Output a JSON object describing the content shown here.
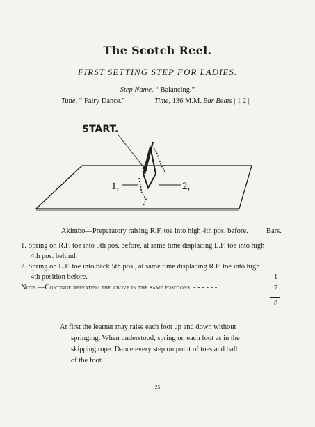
{
  "heading": {
    "title": "The Scotch Reel.",
    "subtitle": "FIRST SETTING STEP FOR LADIES."
  },
  "step_info": {
    "step_name_label": "Step Name,",
    "step_name_value": "“ Balancing.”",
    "tune_label": "Tune,",
    "tune_value": "“ Fairy Dance.”",
    "time_label": "Time,",
    "time_value": "136 M.M.",
    "bar_beats_label": "Bar Beats",
    "bar_beats_value": "| 1 2 |"
  },
  "figure": {
    "start_label": "START.",
    "left_label": "1,",
    "right_label": "2,"
  },
  "instructions": {
    "bars_header": "Bars.",
    "intro": "Akimbo—Preparatory raising R.F. toe into high 4th pos. before.",
    "steps": [
      {
        "line1": "1.  Spring on R.F. toe into 5th pos. before, at same time displacing L.F. toe into high",
        "line2": "4th pos. behind."
      },
      {
        "line1": "2.  Spring on L.F. toe into back 5th pos., at same time displacing R.F. toe into high",
        "line2": "4th position before.   -   -   -   -   -   -   -   -   -   -   -   -   -"
      }
    ],
    "note": "Note.—Continue repeating the above in the same positions.   -   -   -   -   -   -",
    "bar_counts": [
      "1",
      "7",
      "8"
    ]
  },
  "paragraph": {
    "line1": "At first the learner may raise each foot up and down without",
    "line2": "springing.  When understood, spring on each foot as in the",
    "line3": "skipping rope.  Dance every step on point of toes and ball",
    "line4": "of the foot."
  },
  "page_number": "25"
}
